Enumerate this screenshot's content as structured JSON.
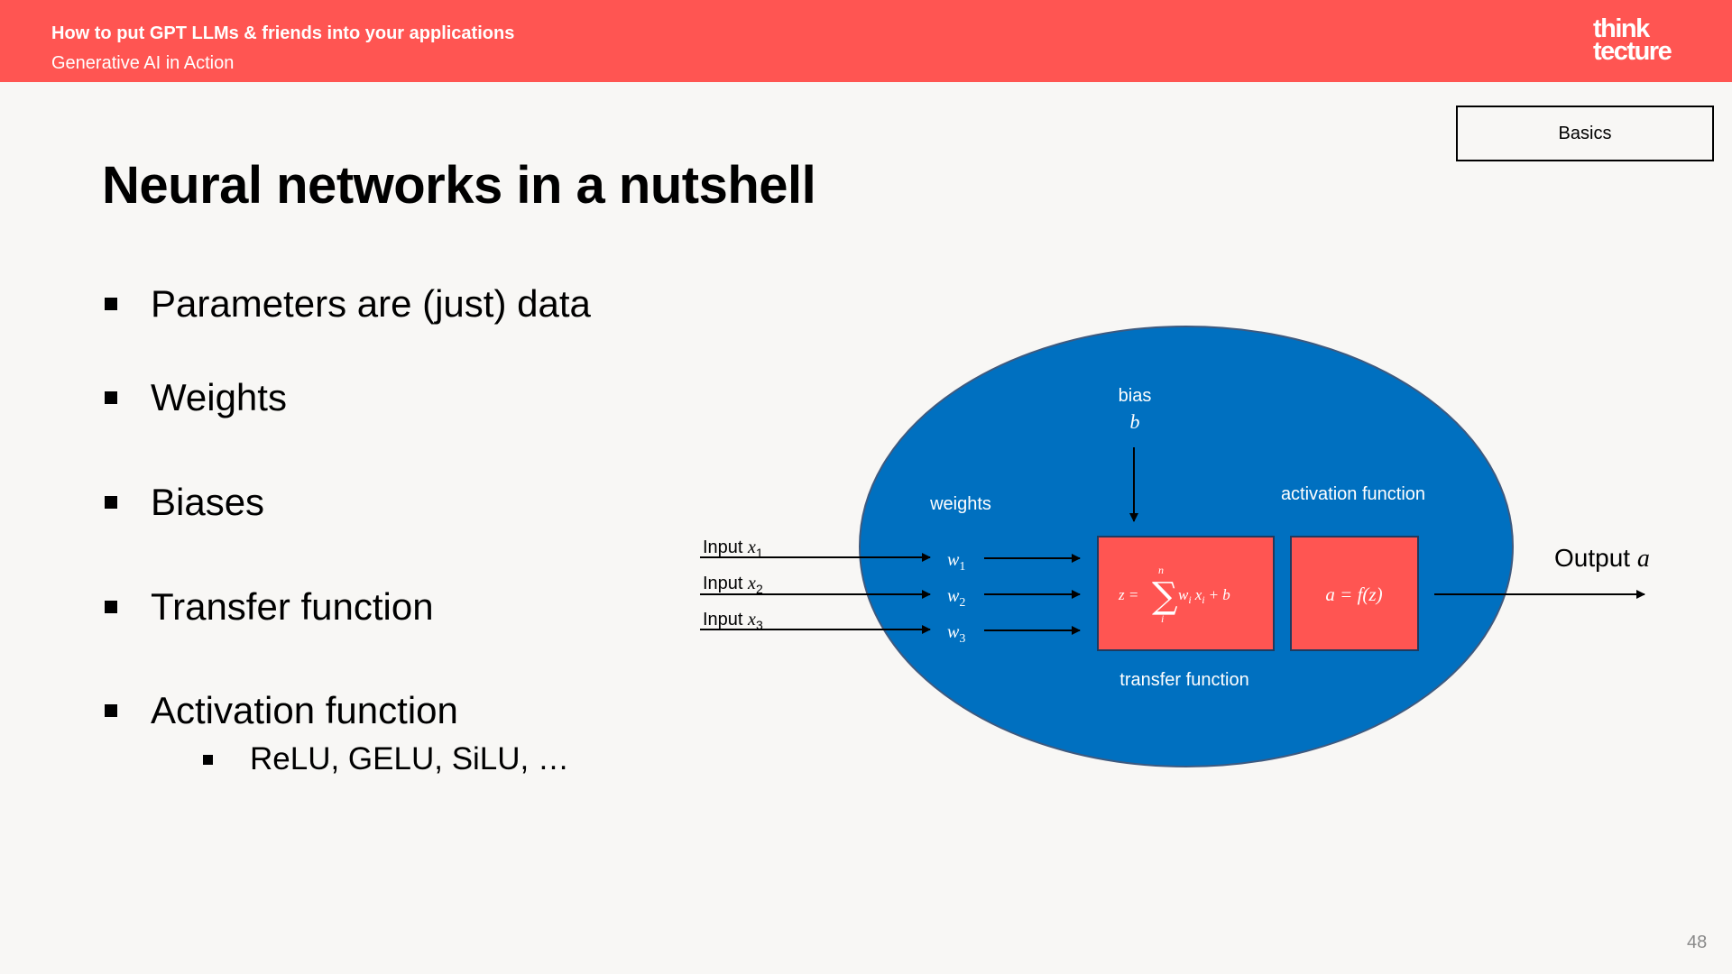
{
  "header": {
    "title": "How to put GPT LLMs & friends into your applications",
    "subtitle": "Generative AI in Action",
    "logo_line1": "think",
    "logo_line2": "tecture",
    "bg_color": "#ff5552"
  },
  "section_tag": "Basics",
  "slide_title": "Neural networks in a nutshell",
  "bullets": [
    {
      "text": "Parameters are (just) data"
    },
    {
      "text": "Weights"
    },
    {
      "text": "Biases"
    },
    {
      "text": "Transfer function"
    },
    {
      "text": "Activation function",
      "sub": [
        "ReLU, GELU, SiLU, …"
      ]
    }
  ],
  "diagram": {
    "ellipse_color": "#0070c0",
    "box_color": "#ff5552",
    "bias_label": "bias",
    "bias_symbol": "b",
    "weights_label": "weights",
    "activation_label": "activation function",
    "transfer_label": "transfer function",
    "inputs": [
      {
        "label": "Input ",
        "var": "x",
        "sub": "1"
      },
      {
        "label": "Input ",
        "var": "x",
        "sub": "2"
      },
      {
        "label": "Input ",
        "var": "x",
        "sub": "3"
      }
    ],
    "weights": [
      {
        "var": "w",
        "sub": "1"
      },
      {
        "var": "w",
        "sub": "2"
      },
      {
        "var": "w",
        "sub": "3"
      }
    ],
    "transfer_formula": {
      "lhs": "z =",
      "upper": "n",
      "lower": "i",
      "rhs": "w",
      "rhs_sub": "i",
      "rhs2": "x",
      "rhs2_sub": "i",
      "rhs3": "+ b"
    },
    "activation_formula": "a = f(z)",
    "output_label": "Output ",
    "output_var": "a"
  },
  "page_number": "48"
}
